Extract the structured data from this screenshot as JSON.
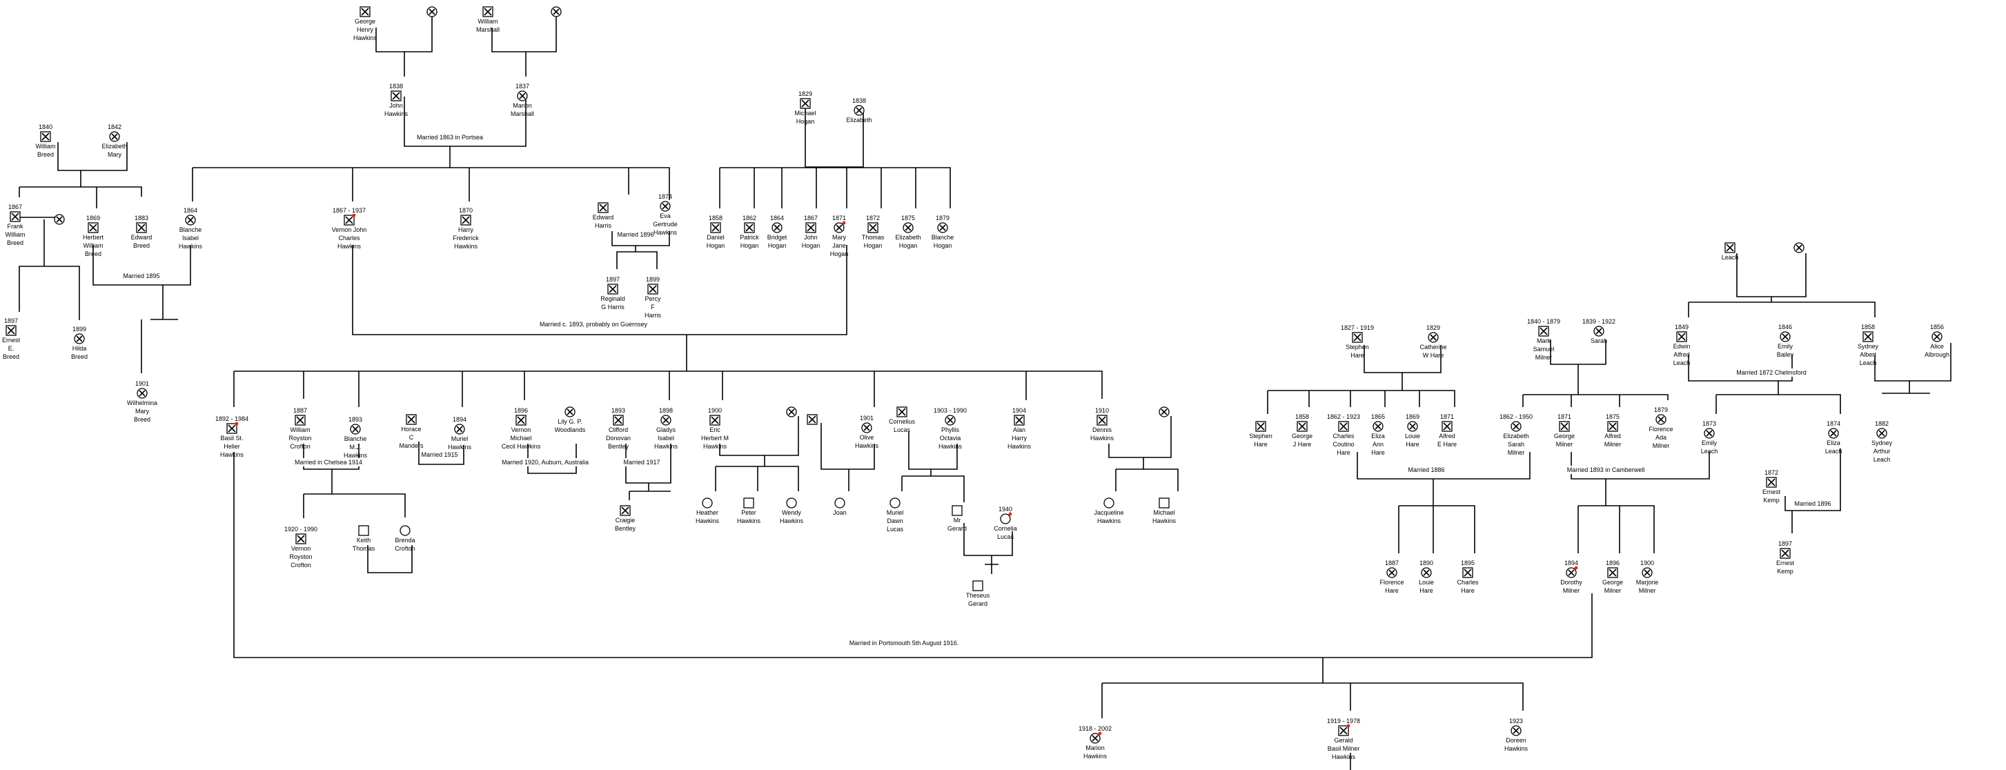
{
  "persons": [
    {
      "id": "george_henry_hawkins",
      "sex": "m",
      "deceased": true,
      "names": [
        "George",
        "Henry",
        "Hawkins"
      ]
    },
    {
      "id": "gh_wife",
      "sex": "f",
      "deceased": true,
      "names": []
    },
    {
      "id": "william_marshall",
      "sex": "m",
      "deceased": true,
      "names": [
        "William",
        "Marshall"
      ]
    },
    {
      "id": "wm_wife",
      "sex": "f",
      "deceased": true,
      "names": []
    },
    {
      "id": "john_hawkins",
      "sex": "m",
      "deceased": true,
      "dates": "1838",
      "names": [
        "John",
        "Hawkins"
      ]
    },
    {
      "id": "marion_marshall",
      "sex": "f",
      "deceased": true,
      "dates": "1837",
      "names": [
        "Marion",
        "Marshall"
      ]
    },
    {
      "id": "william_breed",
      "sex": "m",
      "deceased": true,
      "dates": "1840",
      "names": [
        "William",
        "Breed"
      ]
    },
    {
      "id": "elizabeth_mary",
      "sex": "f",
      "deceased": true,
      "dates": "1842",
      "names": [
        "Elizabeth",
        "Mary"
      ]
    },
    {
      "id": "frank_breed",
      "sex": "m",
      "deceased": true,
      "dates": "1867",
      "names": [
        "Frank",
        "William",
        "Breed"
      ]
    },
    {
      "id": "frank_wife",
      "sex": "f",
      "deceased": true,
      "names": []
    },
    {
      "id": "herbert_breed",
      "sex": "m",
      "deceased": true,
      "dates": "1869",
      "names": [
        "Herbert",
        "William",
        "Breed"
      ]
    },
    {
      "id": "edward_breed",
      "sex": "m",
      "deceased": true,
      "dates": "1883",
      "names": [
        "Edward",
        "Breed"
      ]
    },
    {
      "id": "ernest_breed",
      "sex": "m",
      "deceased": true,
      "dates": "1897",
      "names": [
        "Ernest",
        "E.",
        "Breed"
      ]
    },
    {
      "id": "hilda_breed",
      "sex": "f",
      "deceased": true,
      "dates": "1899",
      "names": [
        "Hilda",
        "Breed"
      ]
    },
    {
      "id": "blanche_isabel",
      "sex": "f",
      "deceased": true,
      "dates": "1864",
      "names": [
        "Blanche",
        "Isabel",
        "Hawkins"
      ]
    },
    {
      "id": "wilhelmina",
      "sex": "f",
      "deceased": true,
      "dates": "1901",
      "names": [
        "Wilhelmina",
        "Mary",
        "Breed"
      ]
    },
    {
      "id": "vernon_john",
      "sex": "m",
      "deceased": true,
      "marked": true,
      "dates": "1867 - 1937",
      "names": [
        "Vernon John",
        "Charles",
        "Hawkins"
      ]
    },
    {
      "id": "harry_frederick",
      "sex": "m",
      "deceased": true,
      "dates": "1870",
      "names": [
        "Harry",
        "Frederick",
        "Hawkins"
      ]
    },
    {
      "id": "edward_harris",
      "sex": "m",
      "deceased": true,
      "names": [
        "Edward",
        "Harris"
      ]
    },
    {
      "id": "eva_gertrude",
      "sex": "f",
      "deceased": true,
      "dates": "1874",
      "names": [
        "Eva",
        "Gertrude",
        "Hawkins"
      ]
    },
    {
      "id": "reginald_harris",
      "sex": "m",
      "deceased": true,
      "dates": "1897",
      "names": [
        "Reginald",
        "G Harris"
      ]
    },
    {
      "id": "percy_harris",
      "sex": "m",
      "deceased": true,
      "dates": "1899",
      "names": [
        "Percy",
        "F",
        "Harris"
      ]
    },
    {
      "id": "michael_hogan",
      "sex": "m",
      "deceased": true,
      "dates": "1829",
      "names": [
        "Michael",
        "Hogan"
      ]
    },
    {
      "id": "elizabeth_hogan_sr",
      "sex": "f",
      "deceased": true,
      "dates": "1838",
      "names": [
        "Elizabeth"
      ]
    },
    {
      "id": "daniel_hogan",
      "sex": "m",
      "deceased": true,
      "dates": "1858",
      "names": [
        "Daniel",
        "Hogan"
      ]
    },
    {
      "id": "patrick_hogan",
      "sex": "m",
      "deceased": true,
      "dates": "1862",
      "names": [
        "Patrick",
        "Hogan"
      ]
    },
    {
      "id": "bridget_hogan",
      "sex": "f",
      "deceased": true,
      "dates": "1864",
      "names": [
        "Bridget",
        "Hogan"
      ]
    },
    {
      "id": "john_hogan",
      "sex": "m",
      "deceased": true,
      "dates": "1867",
      "names": [
        "John",
        "Hogan"
      ]
    },
    {
      "id": "mary_jane_hogan",
      "sex": "f",
      "deceased": true,
      "marked": true,
      "dates": "1871",
      "names": [
        "Mary",
        "Jane",
        "Hogan"
      ]
    },
    {
      "id": "thomas_hogan",
      "sex": "m",
      "deceased": true,
      "dates": "1872",
      "names": [
        "Thomas",
        "Hogan"
      ]
    },
    {
      "id": "elizabeth_hogan",
      "sex": "f",
      "deceased": true,
      "dates": "1875",
      "names": [
        "Elizabeth",
        "Hogan"
      ]
    },
    {
      "id": "blanche_hogan",
      "sex": "f",
      "deceased": true,
      "dates": "1879",
      "names": [
        "Blanche",
        "Hogan"
      ]
    },
    {
      "id": "basil_st_helier",
      "sex": "m",
      "deceased": true,
      "marked": true,
      "dates": "1892 - 1984",
      "names": [
        "Basil  St.",
        "Helier",
        "Hawkins"
      ]
    },
    {
      "id": "william_crofton",
      "sex": "m",
      "deceased": true,
      "dates": "1887",
      "names": [
        "William",
        "Royston",
        "Crofton"
      ]
    },
    {
      "id": "blanche_mj",
      "sex": "f",
      "deceased": true,
      "dates": "1893",
      "names": [
        "Blanche",
        "M.J.",
        "Hawkins"
      ]
    },
    {
      "id": "vernon_crofton",
      "sex": "m",
      "deceased": true,
      "dates": "1920 - 1990",
      "names": [
        "Vernon",
        "Royston",
        "Crofton"
      ]
    },
    {
      "id": "keith_thomas",
      "sex": "m",
      "deceased": false,
      "names": [
        "Keith",
        "Thomas"
      ]
    },
    {
      "id": "brenda_crofton",
      "sex": "f",
      "deceased": false,
      "names": [
        "Brenda",
        "Crofton"
      ]
    },
    {
      "id": "horace_manders",
      "sex": "m",
      "deceased": true,
      "names": [
        "Horace",
        "C",
        "Manders"
      ]
    },
    {
      "id": "muriel_hawkins",
      "sex": "f",
      "deceased": true,
      "dates": "1894",
      "names": [
        "Muriel",
        "Hawkins"
      ]
    },
    {
      "id": "vernon_michael",
      "sex": "m",
      "deceased": true,
      "dates": "1896",
      "names": [
        "Vernon",
        "Michael",
        "Cecil Hawkins"
      ]
    },
    {
      "id": "lily_woodlands",
      "sex": "f",
      "deceased": true,
      "names": [
        "Lily G. P.",
        "Woodlands"
      ]
    },
    {
      "id": "clifford_bentley",
      "sex": "m",
      "deceased": true,
      "dates": "1893",
      "names": [
        "Clifford",
        "Donovan",
        "Bentley"
      ]
    },
    {
      "id": "gladys_isabel",
      "sex": "f",
      "deceased": true,
      "dates": "1898",
      "names": [
        "Gladys",
        "Isabel",
        "Hawkins"
      ]
    },
    {
      "id": "craigie_bentley",
      "sex": "m",
      "deceased": true,
      "names": [
        "Craigie",
        "Bentley"
      ]
    },
    {
      "id": "eric_herbert",
      "sex": "m",
      "deceased": true,
      "dates": "1900",
      "names": [
        "Eric",
        "Herbert M",
        "Hawkins"
      ]
    },
    {
      "id": "eric_wife",
      "sex": "f",
      "deceased": true,
      "names": []
    },
    {
      "id": "heather_hawkins",
      "sex": "f",
      "deceased": false,
      "names": [
        "Heather",
        "Hawkins"
      ]
    },
    {
      "id": "peter_hawkins",
      "sex": "m",
      "deceased": false,
      "names": [
        "Peter",
        "Hawkins"
      ]
    },
    {
      "id": "wendy_hawkins",
      "sex": "f",
      "deceased": false,
      "names": [
        "Wendy",
        "Hawkins"
      ]
    },
    {
      "id": "olive_husband",
      "sex": "m",
      "deceased": true,
      "names": []
    },
    {
      "id": "olive_hawkins",
      "sex": "f",
      "deceased": true,
      "dates": "1901",
      "names": [
        "Olive",
        "Hawkins"
      ]
    },
    {
      "id": "joan",
      "sex": "f",
      "deceased": false,
      "names": [
        "Joan"
      ]
    },
    {
      "id": "cornelius_lucas",
      "sex": "m",
      "deceased": true,
      "names": [
        "Cornelius",
        "Lucas"
      ]
    },
    {
      "id": "phyllis_octavia",
      "sex": "f",
      "deceased": true,
      "dates": "1903 - 1990",
      "names": [
        "Phyllis",
        "Octavia",
        "Hawkins"
      ]
    },
    {
      "id": "muriel_dawn",
      "sex": "f",
      "deceased": false,
      "names": [
        "Muriel",
        "Dawn",
        "Lucas"
      ]
    },
    {
      "id": "mr_gerard",
      "sex": "m",
      "deceased": false,
      "names": [
        "Mr",
        "Gerard"
      ]
    },
    {
      "id": "cornelia_lucas",
      "sex": "f",
      "deceased": false,
      "marked": true,
      "dates": "1940",
      "names": [
        "Cornelia",
        "Lucas"
      ]
    },
    {
      "id": "theseus_gerard",
      "sex": "m",
      "deceased": false,
      "names": [
        "Theseus",
        "Gerard"
      ]
    },
    {
      "id": "alan_harry",
      "sex": "m",
      "deceased": true,
      "dates": "1904",
      "names": [
        "Alan",
        "Harry",
        "Hawkins"
      ]
    },
    {
      "id": "dennis_hawkins",
      "sex": "m",
      "deceased": true,
      "dates": "1910",
      "names": [
        "Dennis",
        "Hawkins"
      ]
    },
    {
      "id": "dennis_wife",
      "sex": "f",
      "deceased": true,
      "names": []
    },
    {
      "id": "jacqueline_hawkins",
      "sex": "f",
      "deceased": false,
      "names": [
        "Jacqueline",
        "Hawkins"
      ]
    },
    {
      "id": "michael_hawkins",
      "sex": "m",
      "deceased": false,
      "names": [
        "Michael",
        "Hawkins"
      ]
    },
    {
      "id": "marion_hawkins",
      "sex": "f",
      "deceased": true,
      "marked": true,
      "dates": "1918 - 2002",
      "names": [
        "Marion",
        "Hawkins"
      ]
    },
    {
      "id": "gerald_basil",
      "sex": "m",
      "deceased": true,
      "marked": true,
      "dates": "1919 - 1978",
      "names": [
        "Gerald",
        "Basil Milner",
        "Hawkins"
      ]
    },
    {
      "id": "doreen_hawkins",
      "sex": "f",
      "deceased": true,
      "dates": "1923",
      "names": [
        "Doreen",
        "Hawkins"
      ]
    },
    {
      "id": "stephen_hare_sr",
      "sex": "m",
      "deceased": true,
      "dates": "1827 - 1919",
      "names": [
        "Stephen",
        "Hare"
      ]
    },
    {
      "id": "catherine_hare",
      "sex": "f",
      "deceased": true,
      "dates": "1829",
      "names": [
        "Catherine",
        "W Hare"
      ]
    },
    {
      "id": "stephen_hare",
      "sex": "m",
      "deceased": true,
      "names": [
        "Stephen",
        "Hare"
      ]
    },
    {
      "id": "george_j_hare",
      "sex": "m",
      "deceased": true,
      "dates": "1858",
      "names": [
        "George",
        "J Hare"
      ]
    },
    {
      "id": "charles_coutino",
      "sex": "m",
      "deceased": true,
      "dates": "1862 - 1923",
      "names": [
        "Charles",
        "Coutino",
        "Hare"
      ]
    },
    {
      "id": "eliza_ann",
      "sex": "f",
      "deceased": true,
      "dates": "1865",
      "names": [
        "Eliza",
        "Ann",
        "Hare"
      ]
    },
    {
      "id": "louie_hare_1869",
      "sex": "f",
      "deceased": true,
      "dates": "1869",
      "names": [
        "Louie",
        "Hare"
      ]
    },
    {
      "id": "alfred_e_hare",
      "sex": "m",
      "deceased": true,
      "dates": "1871",
      "names": [
        "Alfred",
        "E Hare"
      ]
    },
    {
      "id": "mark_samuel",
      "sex": "m",
      "deceased": true,
      "dates": "1840 - 1879",
      "names": [
        "Mark",
        "Samuel",
        "Milner"
      ]
    },
    {
      "id": "sarah",
      "sex": "f",
      "deceased": true,
      "dates": "1839 - 1922",
      "names": [
        "Sarah"
      ]
    },
    {
      "id": "elizabeth_sarah",
      "sex": "f",
      "deceased": true,
      "dates": "1862 - 1950",
      "names": [
        "Elizabeth",
        "Sarah",
        "Milner"
      ]
    },
    {
      "id": "george_milner",
      "sex": "m",
      "deceased": true,
      "dates": "1871",
      "names": [
        "George",
        "Milner"
      ]
    },
    {
      "id": "alfred_milner",
      "sex": "m",
      "deceased": true,
      "dates": "1875",
      "names": [
        "Alfred",
        "Milner"
      ]
    },
    {
      "id": "florence_ada",
      "sex": "f",
      "deceased": true,
      "dates": "1879",
      "names": [
        "Florence",
        "Ada",
        "Milner"
      ]
    },
    {
      "id": "florence_hare",
      "sex": "f",
      "deceased": true,
      "dates": "1887",
      "names": [
        "Florence",
        "Hare"
      ]
    },
    {
      "id": "louie_hare_1890",
      "sex": "f",
      "deceased": true,
      "dates": "1890",
      "names": [
        "Louie",
        "Hare"
      ]
    },
    {
      "id": "charles_hare",
      "sex": "m",
      "deceased": true,
      "dates": "1895",
      "names": [
        "Charles",
        "Hare"
      ]
    },
    {
      "id": "dorothy_milner",
      "sex": "f",
      "deceased": true,
      "marked": true,
      "dates": "1894",
      "names": [
        "Dorothy",
        "Milner"
      ]
    },
    {
      "id": "george_milner_jr",
      "sex": "m",
      "deceased": true,
      "dates": "1896",
      "names": [
        "George",
        "Milner"
      ]
    },
    {
      "id": "marjorie_milner",
      "sex": "f",
      "deceased": true,
      "dates": "1900",
      "names": [
        "Marjorie",
        "Milner"
      ]
    },
    {
      "id": "leach",
      "sex": "m",
      "deceased": true,
      "names": [
        "Leach"
      ]
    },
    {
      "id": "leach_wife",
      "sex": "f",
      "deceased": true,
      "names": []
    },
    {
      "id": "edwin_alfred",
      "sex": "m",
      "deceased": true,
      "dates": "1849",
      "names": [
        "Edwin",
        "Alfred",
        "Leach"
      ]
    },
    {
      "id": "emily_bailey",
      "sex": "f",
      "deceased": true,
      "dates": "1846",
      "names": [
        "Emily",
        "Bailey"
      ]
    },
    {
      "id": "sydney_albert",
      "sex": "m",
      "deceased": true,
      "dates": "1858",
      "names": [
        "Sydney",
        "Albert",
        "Leach"
      ]
    },
    {
      "id": "alice_albrough",
      "sex": "f",
      "deceased": true,
      "dates": "1856",
      "names": [
        "Alice",
        "Albrough"
      ]
    },
    {
      "id": "emily_leach",
      "sex": "f",
      "deceased": true,
      "dates": "1873",
      "names": [
        "Emily",
        "Leach"
      ]
    },
    {
      "id": "eliza_leach",
      "sex": "f",
      "deceased": true,
      "dates": "1874",
      "names": [
        "Eliza",
        "Leach"
      ]
    },
    {
      "id": "sydney_arthur",
      "sex": "f",
      "deceased": true,
      "dates": "1882",
      "names": [
        "Sydney",
        "Arthur",
        "Leach"
      ]
    },
    {
      "id": "ernest_kemp",
      "sex": "m",
      "deceased": true,
      "dates": "1872",
      "names": [
        "Ernest",
        "Kemp"
      ]
    },
    {
      "id": "ernest_kemp_jr",
      "sex": "m",
      "deceased": true,
      "dates": "1897",
      "names": [
        "Ernest",
        "Kemp"
      ]
    }
  ],
  "marriages": [
    {
      "id": "m_hawkins_marshall",
      "label": "Married 1863 in Portsea"
    },
    {
      "id": "m_herbert_blanche",
      "label": "Married 1895"
    },
    {
      "id": "m_harris",
      "label": "Married 1896"
    },
    {
      "id": "m_vernon_mary",
      "label": "Married c. 1893, probably on Guernsey"
    },
    {
      "id": "m_crofton",
      "label": "Married in Chelsea 1914"
    },
    {
      "id": "m_manders",
      "label": "Married 1915"
    },
    {
      "id": "m_woodlands",
      "label": "Married 1920, Auburn, Australia"
    },
    {
      "id": "m_bentley",
      "label": "Married 1917"
    },
    {
      "id": "m_basil_dorothy",
      "label": "Married  in Portsmouth 5th August 1916."
    },
    {
      "id": "m_hare_milner",
      "label": "Married 1886"
    },
    {
      "id": "m_camberwell",
      "label": "Married 1893 in Camberwell"
    },
    {
      "id": "m_chelmsford",
      "label": "Married 1872 Chelmsford"
    },
    {
      "id": "m_kemp",
      "label": "Married 1896"
    }
  ],
  "colors": {
    "line": "#000000",
    "background": "#ffffff",
    "marker": "#e8201f"
  }
}
